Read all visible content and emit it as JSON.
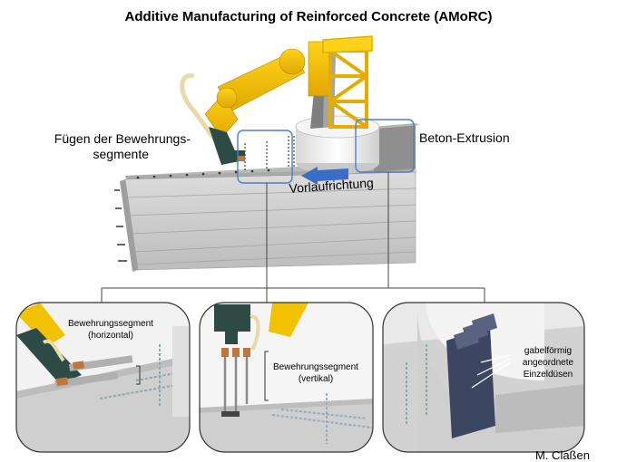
{
  "title": "Additive Manufacturing of Reinforced Concrete (AMoRC)",
  "labels": {
    "joining_line1": "Fügen der Bewehrungs-",
    "joining_line2": "segmente",
    "extrusion": "Beton-Extrusion",
    "direction": "Vorlaufrichtung",
    "segment_horizontal_line1": "Bewehrungssegment",
    "segment_horizontal_line2": "(horizontal)",
    "segment_vertical_line1": "Bewehrungssegment",
    "segment_vertical_line2": "(vertikal)",
    "nozzles_line1": "gabelförmig",
    "nozzles_line2": "angeordnete",
    "nozzles_line3": "Einzeldüsen"
  },
  "author": "M. Claßen",
  "colors": {
    "robot_yellow": "#f2c200",
    "robot_green": "#2e4a44",
    "concrete": "#cfcfcf",
    "arrow_blue": "#3b6cc6",
    "frame_blue": "#4f7fbf",
    "frame_dark": "#333333"
  }
}
